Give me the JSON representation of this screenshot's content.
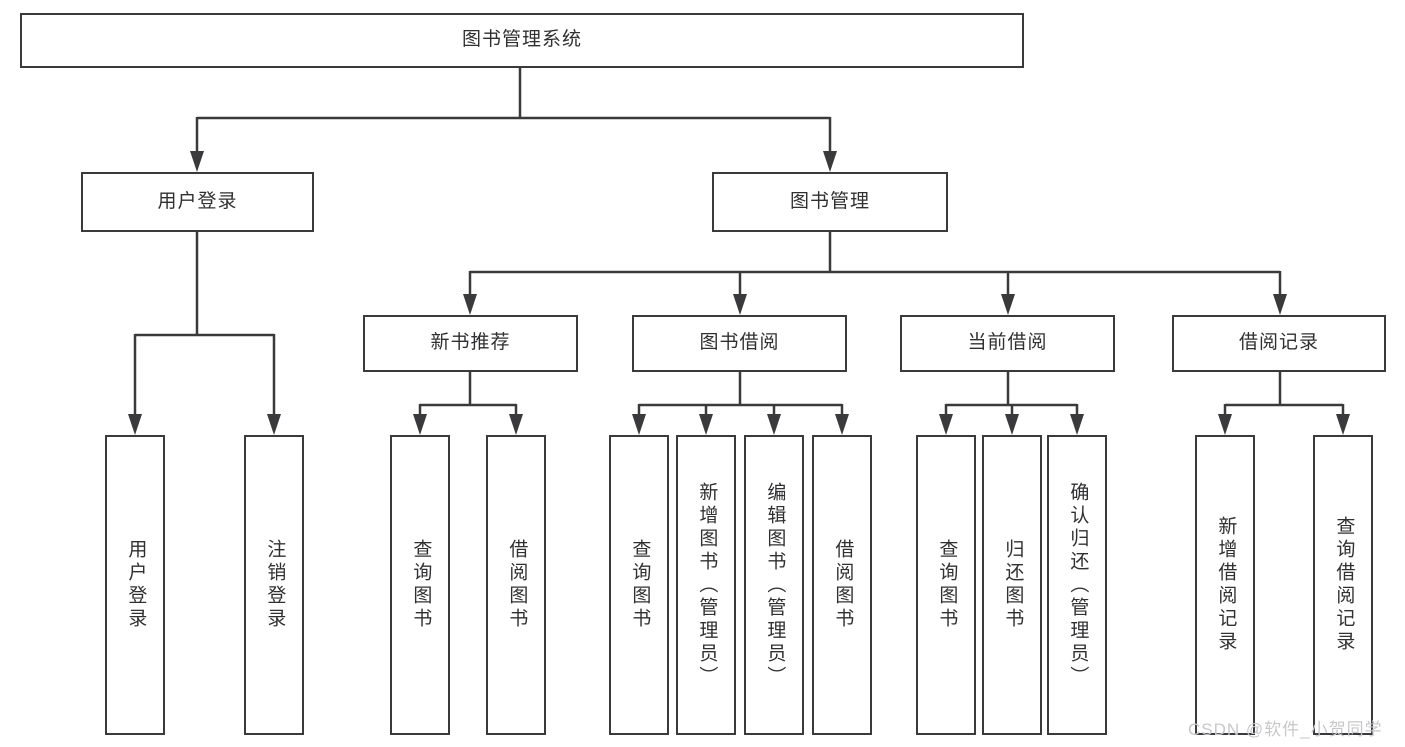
{
  "diagram": {
    "title_node": {
      "label": "图书管理系统"
    },
    "level2": [
      {
        "id": "user-login",
        "label": "用户登录",
        "parent": "图书管理系统"
      },
      {
        "id": "book-management",
        "label": "图书管理",
        "parent": "图书管理系统"
      }
    ],
    "level3": [
      {
        "id": "new-book-recommend",
        "label": "新书推荐",
        "parent": "图书管理"
      },
      {
        "id": "book-borrow",
        "label": "图书借阅",
        "parent": "图书管理"
      },
      {
        "id": "current-borrow",
        "label": "当前借阅",
        "parent": "图书管理"
      },
      {
        "id": "borrow-records",
        "label": "借阅记录",
        "parent": "图书管理"
      }
    ],
    "leaves": [
      {
        "label": "用户登录",
        "parent": "用户登录"
      },
      {
        "label": "注销登录",
        "parent": "用户登录"
      },
      {
        "label": "查询图书",
        "parent": "新书推荐"
      },
      {
        "label": "借阅图书",
        "parent": "新书推荐"
      },
      {
        "label": "查询图书",
        "parent": "图书借阅"
      },
      {
        "label": "新增图书（管理员）",
        "parent": "图书借阅"
      },
      {
        "label": "编辑图书（管理员）",
        "parent": "图书借阅"
      },
      {
        "label": "借阅图书",
        "parent": "图书借阅"
      },
      {
        "label": "查询图书",
        "parent": "当前借阅"
      },
      {
        "label": "归还图书",
        "parent": "当前借阅"
      },
      {
        "label": "确认归还（管理员）",
        "parent": "当前借阅"
      },
      {
        "label": "新增借阅记录",
        "parent": "借阅记录"
      },
      {
        "label": "查询借阅记录",
        "parent": "借阅记录"
      }
    ]
  },
  "watermark": "CSDN @软件_小贺同学",
  "colors": {
    "line": "#3a3a3c",
    "border": "#3a3a3c",
    "text": "#303032",
    "background": "#ffffff",
    "watermark": "#c8c8cb"
  }
}
